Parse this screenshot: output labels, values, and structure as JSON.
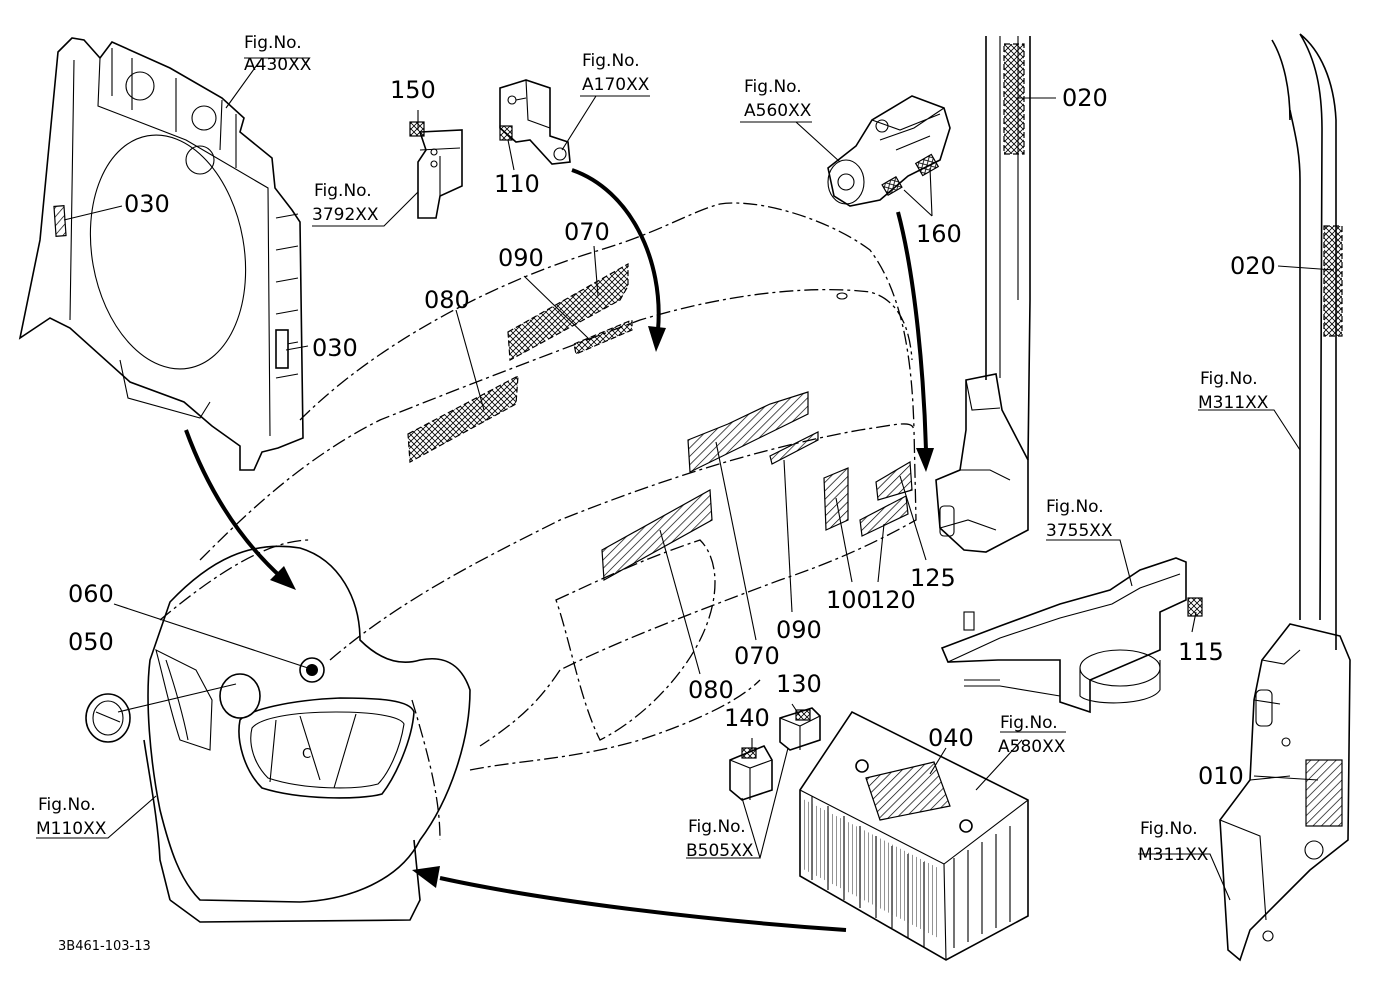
{
  "drawing_code": "3B461-103-13",
  "fig_refs": {
    "a430": {
      "prefix": "Fig.No.",
      "code": "A430XX"
    },
    "a170": {
      "prefix": "Fig.No.",
      "code": "A170XX"
    },
    "a560": {
      "prefix": "Fig.No.",
      "code": "A560XX"
    },
    "r3792": {
      "prefix": "Fig.No.",
      "code": "3792XX"
    },
    "m311_top": {
      "prefix": "Fig.No.",
      "code": "M311XX"
    },
    "r3755": {
      "prefix": "Fig.No.",
      "code": "3755XX"
    },
    "a580": {
      "prefix": "Fig.No.",
      "code": "A580XX"
    },
    "b505": {
      "prefix": "Fig.No.",
      "code": "B505XX"
    },
    "m110": {
      "prefix": "Fig.No.",
      "code": "M110XX"
    },
    "m311_bottom": {
      "prefix": "Fig.No.",
      "code": "M311XX"
    }
  },
  "callouts": {
    "c150": "150",
    "c110": "110",
    "c030_top": "030",
    "c030_mid": "030",
    "c020_top": "020",
    "c020_right": "020",
    "c160": "160",
    "c070_top": "070",
    "c090_top": "090",
    "c080_top": "080",
    "c060": "060",
    "c050": "050",
    "c080_bottom": "080",
    "c070_bottom": "070",
    "c090_bottom": "090",
    "c100": "100",
    "c120": "120",
    "c125": "125",
    "c115": "115",
    "c130": "130",
    "c140": "140",
    "c040": "040",
    "c010": "010"
  }
}
